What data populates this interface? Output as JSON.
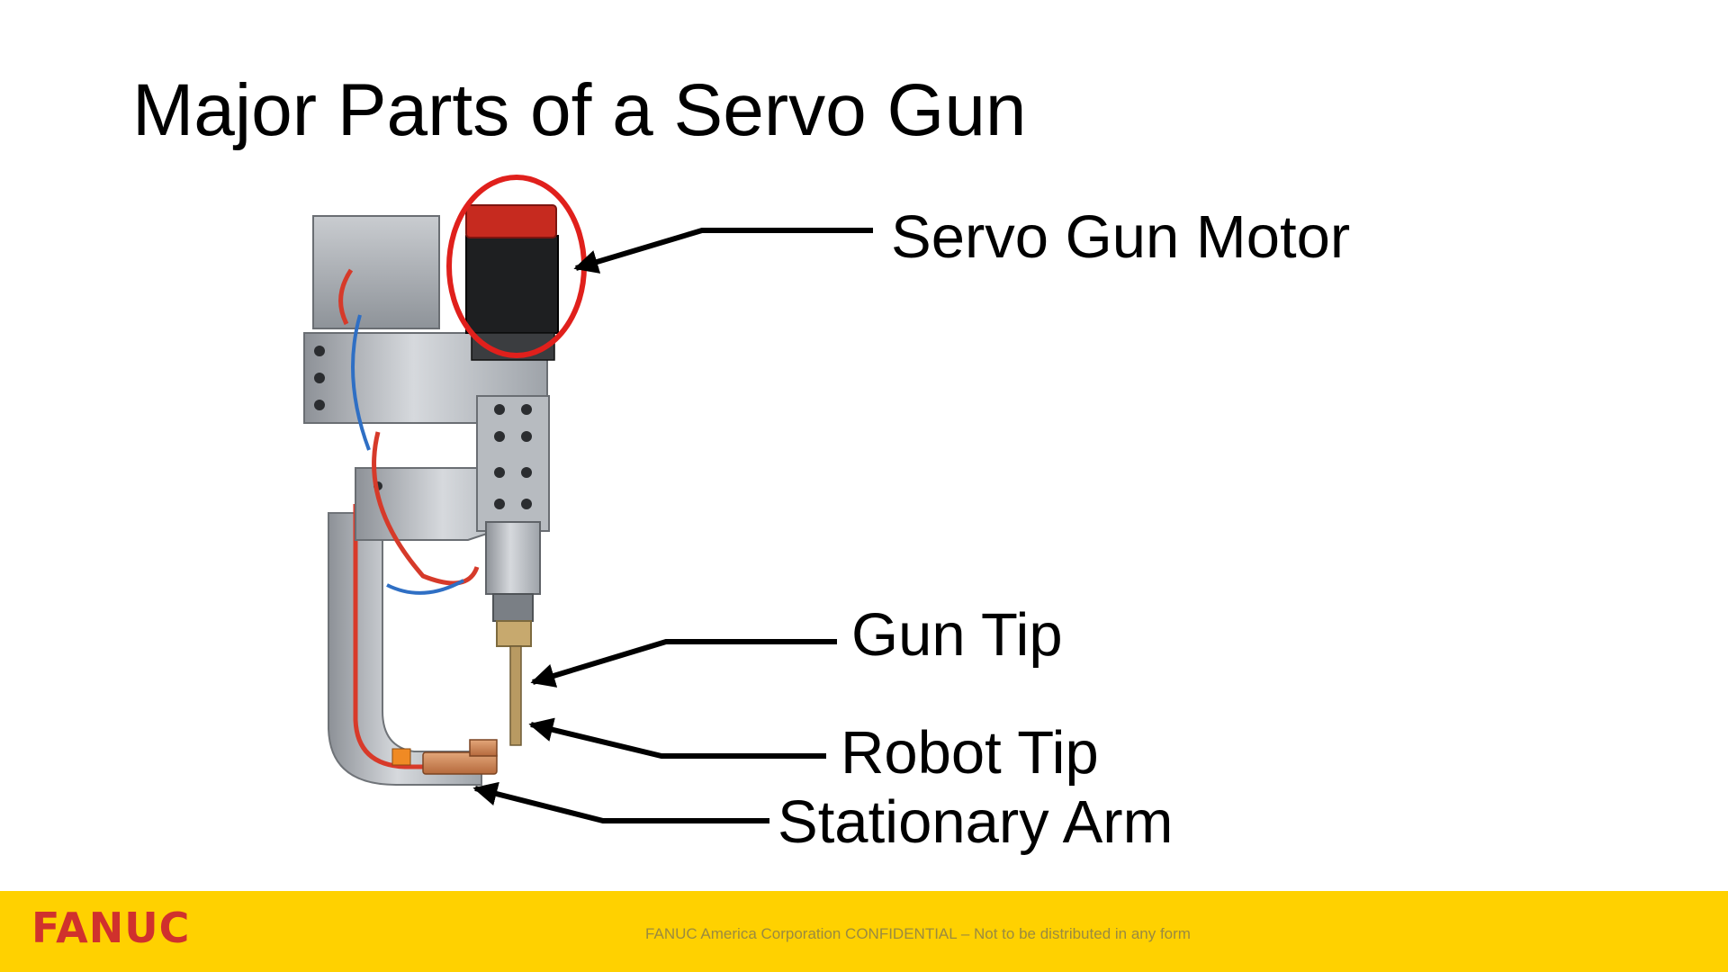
{
  "slide": {
    "title": "Major Parts of a Servo Gun"
  },
  "callouts": [
    {
      "id": "motor",
      "label": "Servo Gun Motor"
    },
    {
      "id": "gun_tip",
      "label": "Gun Tip"
    },
    {
      "id": "robot_tip",
      "label": "Robot Tip"
    },
    {
      "id": "stationary_arm",
      "label": "Stationary Arm"
    }
  ],
  "footer": {
    "logo": "FANUC",
    "confidential": "FANUC America Corporation CONFIDENTIAL – Not to be distributed in any form"
  },
  "colors": {
    "footer_background": "#ffd100",
    "logo_red": "#d0312d",
    "highlight_circle": "#e0201c",
    "text": "#000000"
  }
}
